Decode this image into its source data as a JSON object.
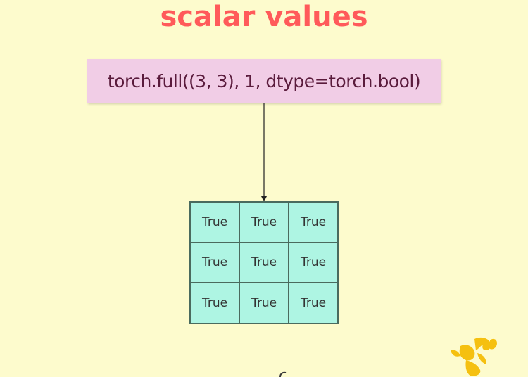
{
  "title": "scalar values",
  "code": "torch.full((3, 3), 1, dtype=torch.bool)",
  "grid": {
    "rows": [
      [
        "True",
        "True",
        "True"
      ],
      [
        "True",
        "True",
        "True"
      ],
      [
        "True",
        "True",
        "True"
      ]
    ]
  },
  "colors": {
    "background": "#fdfbcd",
    "title": "#ff5a5a",
    "code_box": "#f1cde6",
    "code_text": "#5a1b3c",
    "cell_fill": "#aef5e3",
    "logo": "#f5c010"
  },
  "icons": {
    "logo": "yellow-figure-logo-icon"
  }
}
